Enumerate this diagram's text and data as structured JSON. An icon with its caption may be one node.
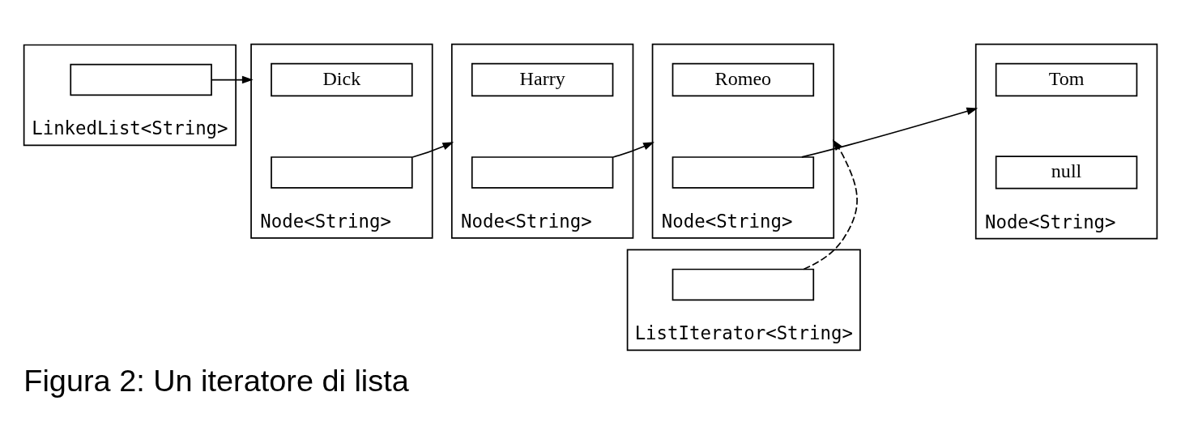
{
  "diagram": {
    "caption": "Figura 2: Un iteratore di lista",
    "nodes": [
      {
        "text": [
          "LinkedList<String>"
        ]
      },
      {
        "text": [],
        "shape": "box",
        "in": 0
      },
      {
        "text": [
          "Node<String>"
        ]
      },
      {
        "text": [
          "Dick"
        ],
        "in": 2
      },
      {
        "text": [],
        "shape": "box",
        "in": 2
      },
      {
        "text": [
          "Node<String>"
        ]
      },
      {
        "text": [
          "Harry"
        ],
        "in": 5
      },
      {
        "text": [],
        "shape": "box",
        "in": 5
      },
      {
        "text": [
          "Node<String>"
        ]
      },
      {
        "text": [
          "Romeo"
        ],
        "in": 8
      },
      {
        "text": [],
        "shape": "box",
        "in": 8
      },
      {
        "text": [
          "Node<String>"
        ]
      },
      {
        "text": [
          "Tom"
        ],
        "in": 11
      },
      {
        "text": [
          "null"
        ],
        "in": 11
      },
      {
        "text": [
          "ListIterator<String>"
        ]
      },
      {
        "text": [],
        "shape": "box",
        "in": 14
      }
    ],
    "edges": [
      {
        "from": 1,
        "to": 2,
        "arrow": "to"
      },
      {
        "from": 4,
        "to": 5,
        "arrow": "to"
      },
      {
        "from": 7,
        "to": 8,
        "arrow": "to"
      },
      {
        "from": 10,
        "to": 11,
        "arrow": "to"
      },
      {
        "from": 15,
        "to": 8,
        "arrow": "to",
        "style": "dashed"
      }
    ]
  }
}
